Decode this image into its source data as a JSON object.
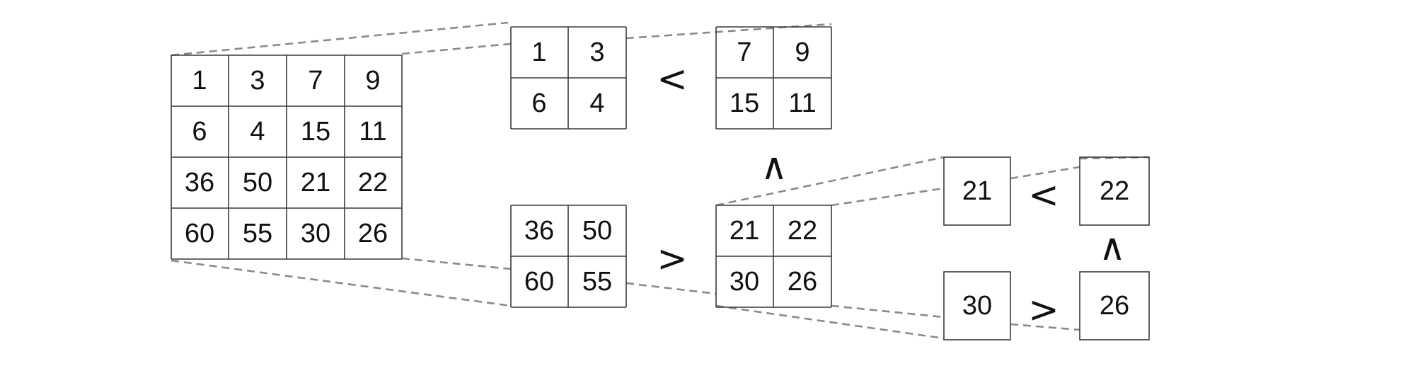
{
  "matrix_full": {
    "rows": [
      [
        "1",
        "3",
        "7",
        "9"
      ],
      [
        "6",
        "4",
        "15",
        "11"
      ],
      [
        "36",
        "50",
        "21",
        "22"
      ],
      [
        "60",
        "55",
        "30",
        "26"
      ]
    ]
  },
  "quadrant_top_left": {
    "rows": [
      [
        "1",
        "3"
      ],
      [
        "6",
        "4"
      ]
    ]
  },
  "quadrant_top_right": {
    "rows": [
      [
        "7",
        "9"
      ],
      [
        "15",
        "11"
      ]
    ]
  },
  "quadrant_bottom_left": {
    "rows": [
      [
        "36",
        "50"
      ],
      [
        "60",
        "55"
      ]
    ]
  },
  "quadrant_bottom_right": {
    "rows": [
      [
        "21",
        "22"
      ],
      [
        "30",
        "26"
      ]
    ]
  },
  "singles": {
    "top_left": "21",
    "top_right": "22",
    "bottom_left": "30",
    "bottom_right": "26"
  },
  "operators": {
    "top_quadrants": "<",
    "bottom_quadrants": ">",
    "quadrant_vertical": "∧",
    "singles_top": "<",
    "singles_bottom": ">",
    "singles_vertical": "∧"
  },
  "colors": {
    "grid": "#3a3a3a",
    "connector": "#8a8a8a",
    "text": "#111111"
  }
}
